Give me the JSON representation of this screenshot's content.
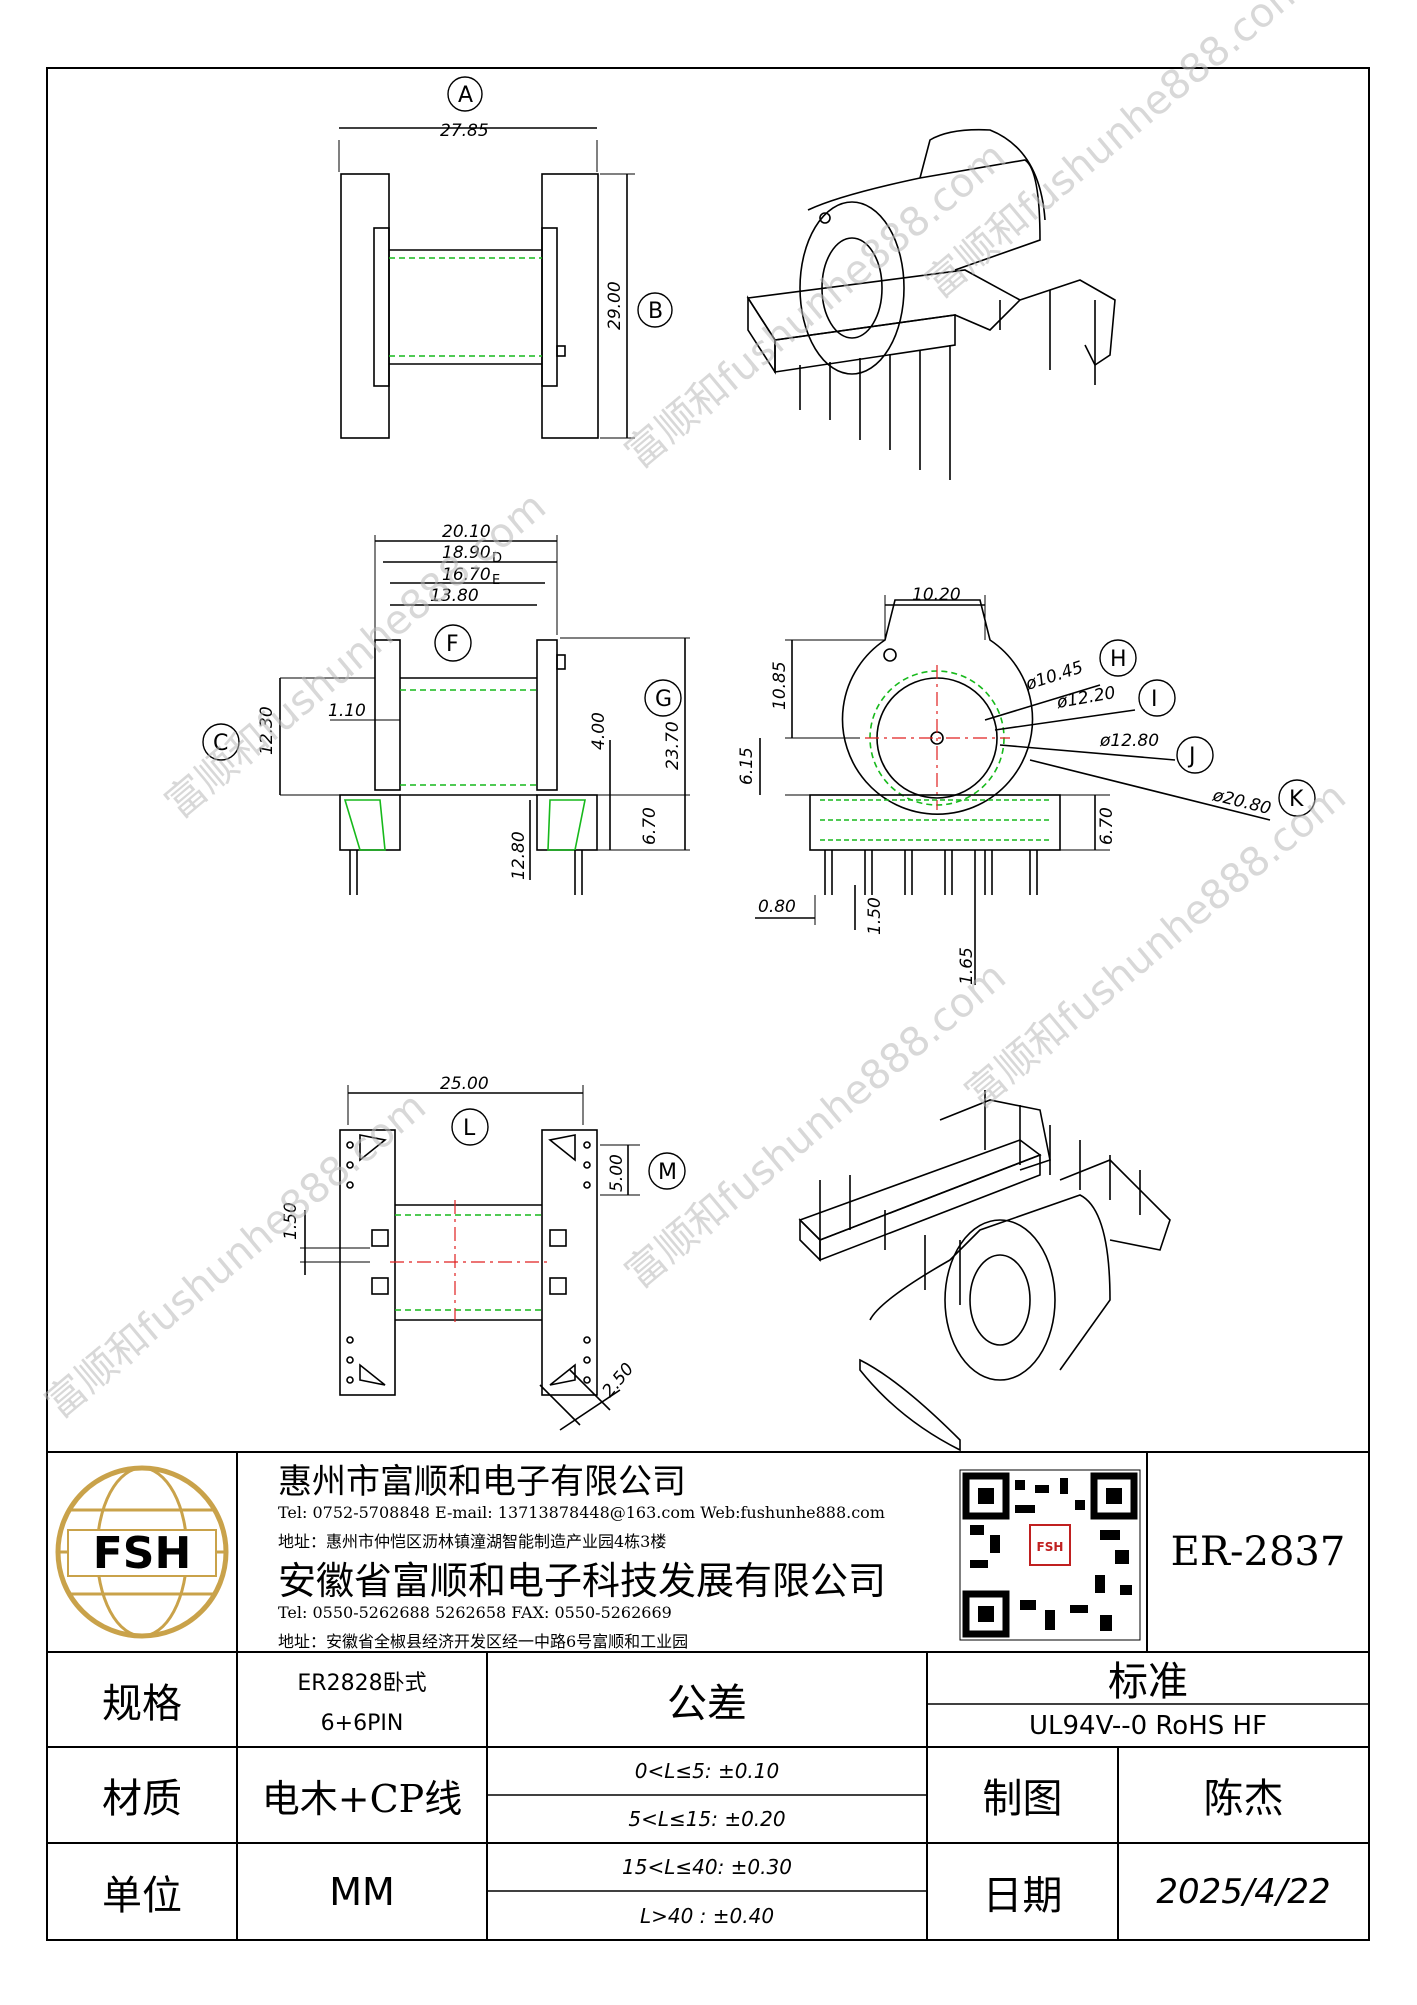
{
  "drawing": {
    "view_a": {
      "label_a": "A",
      "dim_a": "27.85",
      "label_b": "B",
      "dim_b": "29.00"
    },
    "view_c": {
      "dim_20_10": "20.10",
      "dim_18_90": "18.90",
      "label_d": "D",
      "dim_16_70": "16.70",
      "label_e": "E",
      "dim_13_80": "13.80",
      "label_f": "F",
      "label_c": "C",
      "dim_12_30": "12.30",
      "dim_1_10": "1.10",
      "dim_4_00": "4.00",
      "dim_23_70": "23.70",
      "label_g": "G",
      "dim_6_70": "6.70",
      "dim_12_80": "12.80"
    },
    "view_h": {
      "dim_10_20": "10.20",
      "dim_10_85": "10.85",
      "dim_6_15": "6.15",
      "phi_10_45": "ø10.45",
      "label_h": "H",
      "phi_12_20": "ø12.20",
      "label_i": "I",
      "phi_12_80": "ø12.80",
      "label_j": "J",
      "phi_20_80": "ø20.80",
      "label_k": "K",
      "dim_6_70": "6.70",
      "dim_0_80": "0.80",
      "dim_1_50": "1.50",
      "dim_1_65": "1.65"
    },
    "view_l": {
      "dim_25_00": "25.00",
      "label_l": "L",
      "dim_5_00": "5.00",
      "label_m": "M",
      "dim_1_50": "1.50",
      "dim_2_50": "2.50"
    },
    "watermarks": [
      "富顺和fushunhe888.com",
      "富顺和fushunhe888.com",
      "富顺和fushunhe888.com",
      "富顺和fushunhe888.com",
      "富顺和fushunhe888.com",
      "富顺和fushunhe888.com"
    ]
  },
  "title_block": {
    "logo_text": "FSH",
    "company1": {
      "name": "惠州市富顺和电子有限公司",
      "contact": "Tel: 0752-5708848  E-mail: 13713878448@163.com  Web:fushunhe888.com",
      "address": "地址：惠州市仲恺区沥林镇潼湖智能制造产业园4栋3楼"
    },
    "company2": {
      "name": "安徽省富顺和电子科技发展有限公司",
      "contact": "Tel:  0550-5262688  5262658      FAX: 0550-5262669",
      "address": "地址：安徽省全椒县经济开发区经一中路6号富顺和工业园"
    },
    "qr_label": "FSH",
    "part_number": "ER-2837",
    "spec_label": "规格",
    "spec_value_1": "ER2828卧式",
    "spec_value_2": "6+6PIN",
    "tolerance_label": "公差",
    "standard_label": "标准",
    "standard_value": "UL94V--0  RoHS HF",
    "material_label": "材质",
    "material_value": "电木+CP线",
    "tolerances": [
      "0<L≤5: ±0.10",
      "5<L≤15: ±0.20",
      "15<L≤40: ±0.30",
      "L>40 :  ±0.40"
    ],
    "drawn_label": "制图",
    "drawn_value": "陈杰",
    "unit_label": "单位",
    "unit_value": "MM",
    "date_label": "日期",
    "date_value": "2025/4/22"
  }
}
